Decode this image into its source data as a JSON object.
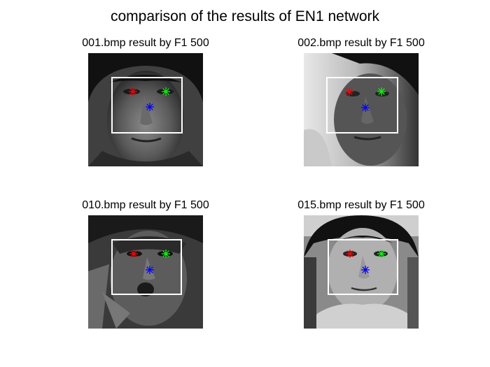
{
  "figure": {
    "title": "comparison of the results of EN1 network"
  },
  "panels": [
    {
      "title": "001.bmp result by F1 500"
    },
    {
      "title": "002.bmp result by F1 500"
    },
    {
      "title": "010.bmp result by F1 500"
    },
    {
      "title": "015.bmp result by F1 500"
    }
  ],
  "marker_colors": {
    "right_eye": "#ff0000",
    "left_eye": "#00ff00",
    "nose": "#0000ff",
    "box": "#ffffff"
  }
}
